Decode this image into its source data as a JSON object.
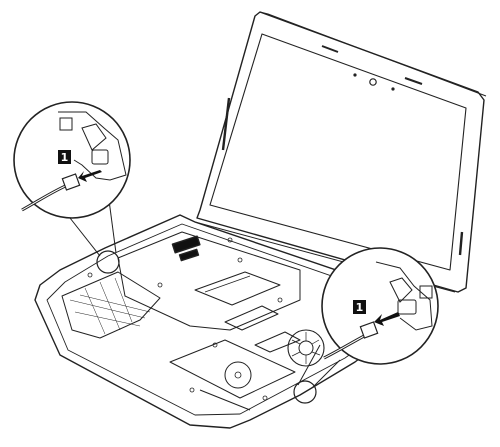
{
  "figure": {
    "subject": "laptop-base-cover-removed-with-lcd-open",
    "callouts": [
      {
        "step": "1",
        "action": "disconnect-cable-connector",
        "arrow-direction": "left"
      },
      {
        "step": "1",
        "action": "disconnect-cable-connector",
        "arrow-direction": "left"
      }
    ]
  }
}
